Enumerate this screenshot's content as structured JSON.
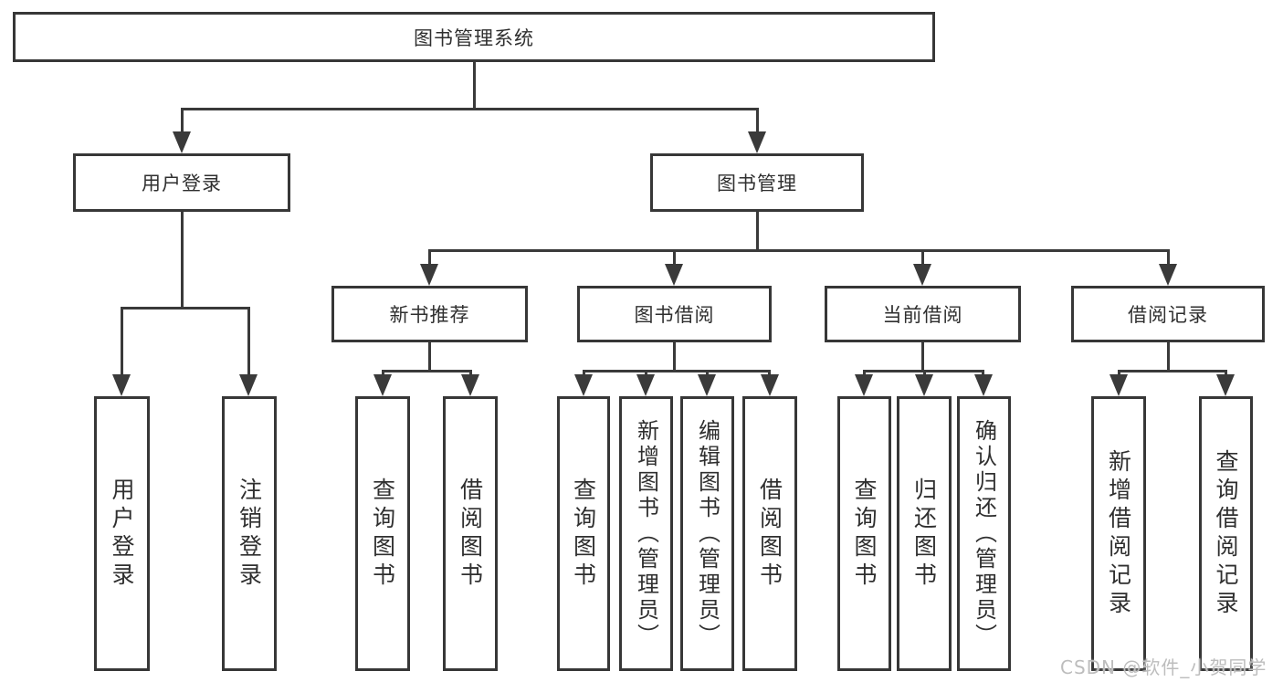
{
  "diagram": {
    "root": "图书管理系统",
    "level2": {
      "user_login": "用户登录",
      "book_mgmt": "图书管理"
    },
    "level3": {
      "new_book_rec": "新书推荐",
      "book_borrowing": "图书借阅",
      "current_borrowing": "当前借阅",
      "borrow_records": "借阅记录"
    },
    "leaves": {
      "login": "用户登录",
      "logout": "注销登录",
      "rec_query_books": "查询图书",
      "rec_borrow_books": "借阅图书",
      "bor_query_books": "查询图书",
      "bor_add_books_admin": "新增图书（管理员）",
      "bor_edit_books_admin": "编辑图书（管理员）",
      "bor_borrow_books": "借阅图书",
      "cur_query_books": "查询图书",
      "cur_return_books": "归还图书",
      "cur_confirm_return_admin": "确认归还（管理员）",
      "records_add": "新增借阅记录",
      "records_query": "查询借阅记录"
    }
  },
  "watermark": "CSDN @软件_小贺同学",
  "colors": {
    "box_border": "#373737",
    "line": "#3a3a3a",
    "text": "#2f2f2f",
    "watermark": "#bdbdbd",
    "background": "#ffffff"
  }
}
